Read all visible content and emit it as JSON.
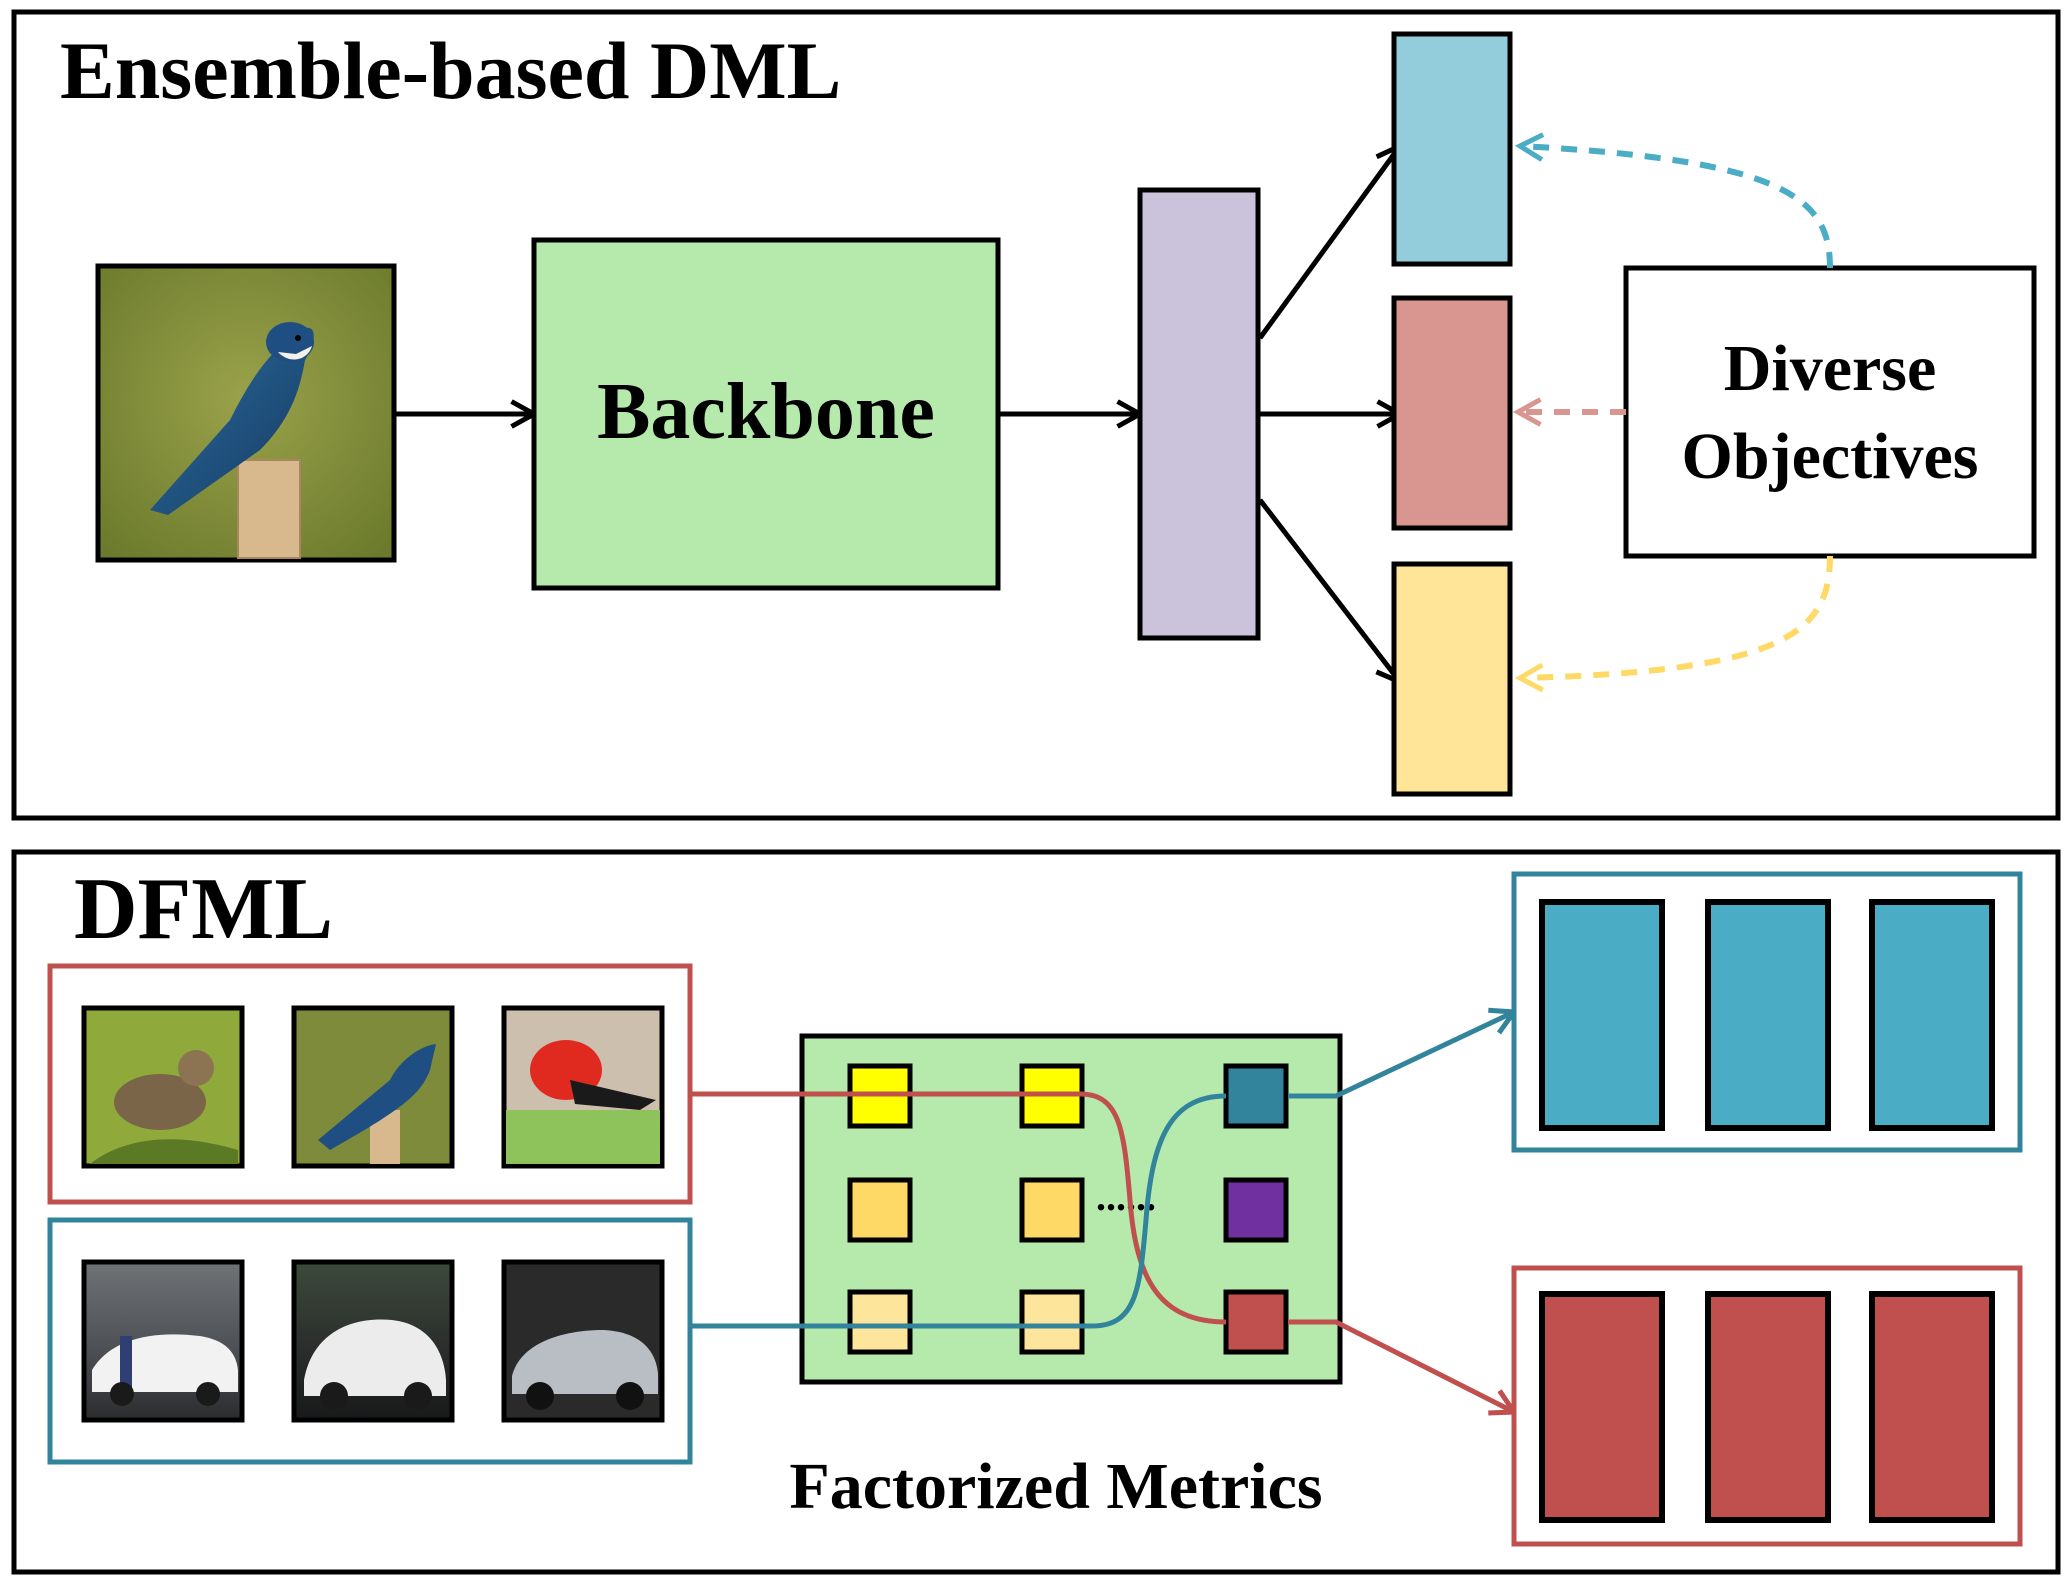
{
  "top_panel": {
    "title": "Ensemble-based DML",
    "backbone_label": "Backbone",
    "objectives_label_line1": "Diverse",
    "objectives_label_line2": "Objectives",
    "embedding_colors": [
      "#93cddc",
      "#d99590",
      "#fee597"
    ],
    "backbone_color": "#b6eaad",
    "feature_color": "#cbc3dc"
  },
  "bottom_panel": {
    "title": "DFML",
    "metrics_label": "Factorized Metrics",
    "ellipsis": "......",
    "bird_group_color": "#c0504d",
    "car_group_color": "#31849b",
    "output_bar_colors": [
      "#4bacc6",
      "#c0504d"
    ],
    "metric_cell_colors": {
      "row1": "#ffff00",
      "row2": "#fed966",
      "row3": "#fee59c",
      "teal": "#31849b",
      "purple": "#7030a0",
      "red": "#c0504d"
    }
  }
}
